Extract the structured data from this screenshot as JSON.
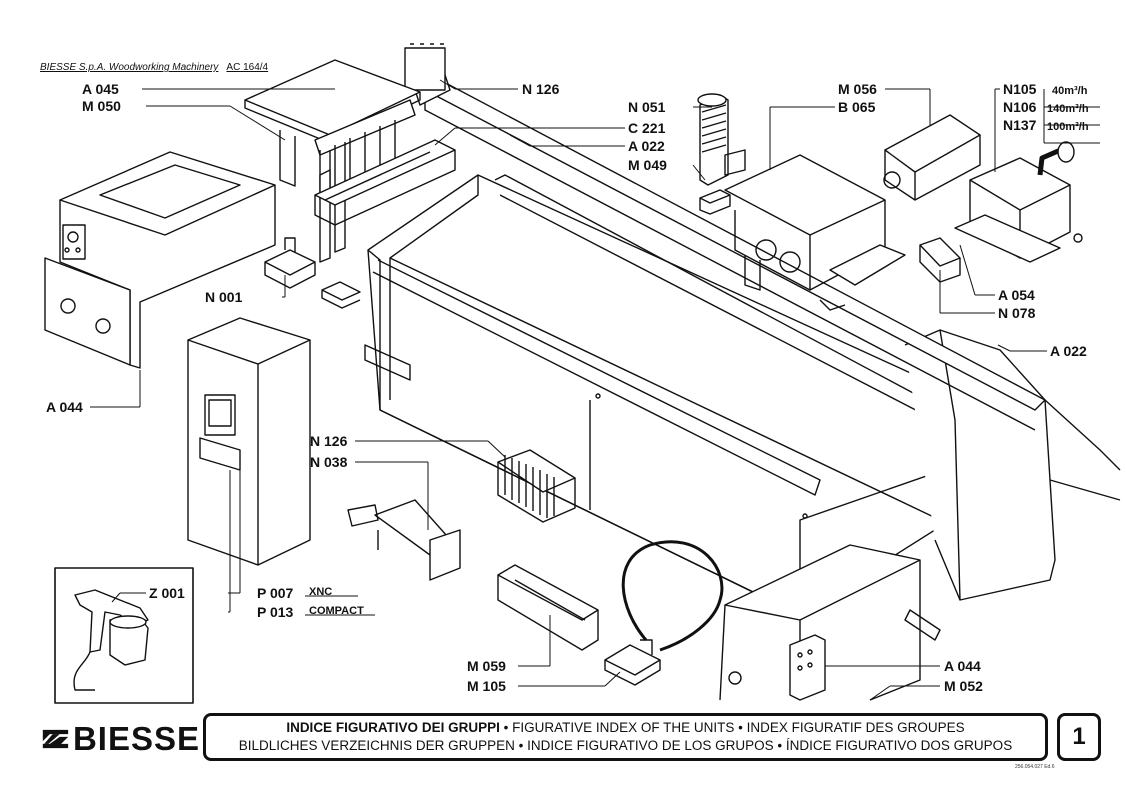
{
  "header": {
    "company": "BIESSE S.p.A. Woodworking Machinery",
    "model": "AC 164/4"
  },
  "parts": {
    "a045": "A 045",
    "m050": "M 050",
    "n126_top": "N 126",
    "n051": "N 051",
    "c221": "C 221",
    "a022_top": "A 022",
    "m049": "M 049",
    "m056": "M 056",
    "b065": "B 065",
    "n105": "N105",
    "n106": "N106",
    "n137": "N137",
    "n105_flow": "40m³/h",
    "n106_flow": "140m³/h",
    "n137_flow": "100m³/h",
    "n001": "N 001",
    "a054": "A 054",
    "n078": "N 078",
    "a022_right": "A 022",
    "a044_left": "A 044",
    "n126_mid": "N 126",
    "n038": "N 038",
    "z001": "Z 001",
    "p007": "P 007",
    "p013": "P 013",
    "p007_variant": "XNC",
    "p013_variant": "COMPACT",
    "m059": "M 059",
    "m105": "M 105",
    "a044_right": "A 044",
    "m052": "M 052"
  },
  "footer": {
    "logo_text": "BIESSE",
    "title_it": "INDICE FIGURATIVO DEI GRUPPI",
    "title_en": "FIGURATIVE INDEX OF THE UNITS",
    "title_fr": "INDEX FIGURATIF DES GROUPES",
    "title_de": "BILDLICHES VERZEICHNIS DER GRUPPEN",
    "title_es": "INDICE FIGURATIVO DE LOS GRUPOS",
    "title_pt": "ÍNDICE FIGURATIVO DOS GRUPOS",
    "separator": "•",
    "page_number": "1",
    "doc_code": "256.054.027 Ed.6"
  }
}
